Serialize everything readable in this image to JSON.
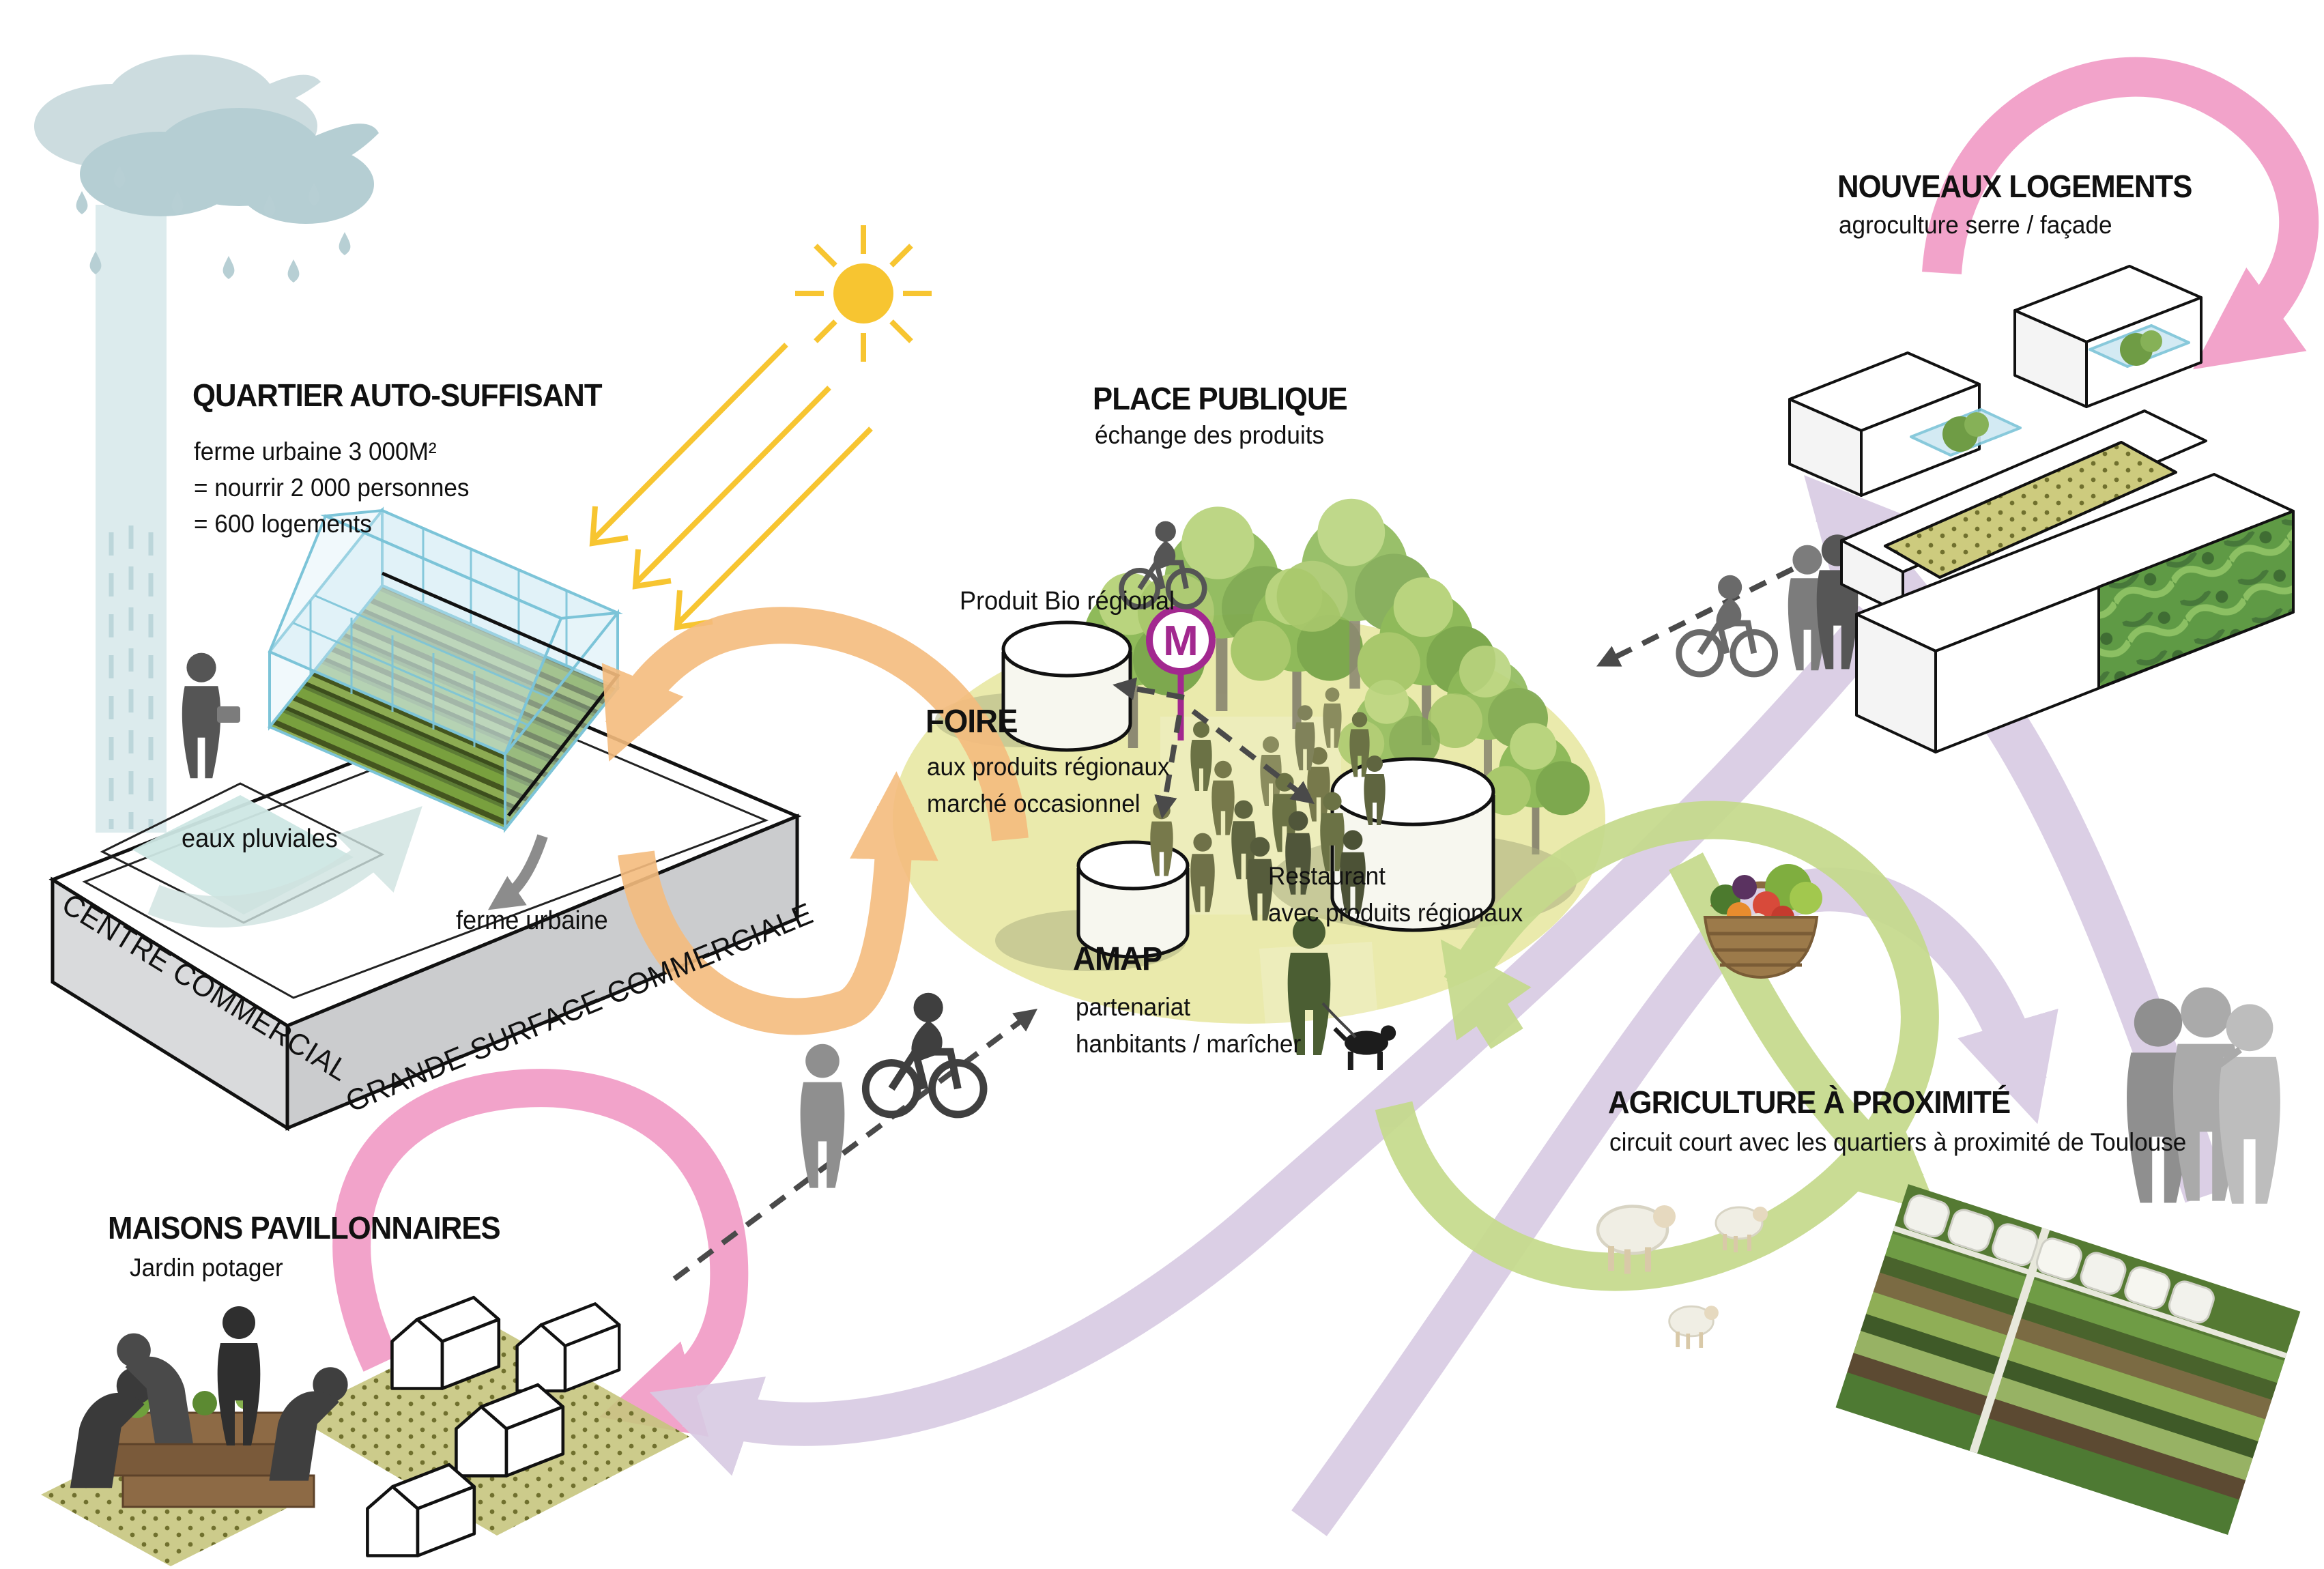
{
  "quartier": {
    "title": "QUARTIER AUTO-SUFFISANT",
    "line1": "ferme urbaine 3 000M²",
    "line2": "= nourrir 2 000 personnes",
    "line3": "= 600 logements"
  },
  "place_publique": {
    "title": "PLACE PUBLIQUE",
    "subtitle": "échange des produits"
  },
  "produit_bio": {
    "label": "Produit Bio régional"
  },
  "foire": {
    "title": "FOIRE",
    "line1": "aux produits régionaux",
    "line2": "marché occasionnel"
  },
  "amap": {
    "title": "AMAP",
    "line1": "partenariat",
    "line2": "hanbitants / marîcher"
  },
  "restaurant": {
    "line1": "Restaurant",
    "line2": "avec produits régionaux"
  },
  "nouveaux_logements": {
    "title": "NOUVEAUX LOGEMENTS",
    "subtitle": "agroculture serre / façade"
  },
  "agriculture_proximite": {
    "title": "AGRICULTURE À PROXIMITÉ",
    "subtitle": "circuit court avec les quartiers à proximité de Toulouse"
  },
  "maisons": {
    "title": "MAISONS PAVILLONNAIRES",
    "subtitle": "Jardin potager"
  },
  "commercial": {
    "left_face": "CENTRE COMMERCIAL",
    "right_face": "GRANDE SURFACE COMMERCIALE"
  },
  "rooftop": {
    "pool_label": "eaux pluviales",
    "farm_label": "ferme urbaine"
  },
  "metro": {
    "label": "M"
  },
  "colors": {
    "pink": "#f2a3ca",
    "purple": "#d9cbe3",
    "green": "#c5da8c",
    "orange": "#f5bc7e",
    "yellow": "#f7c531",
    "teal_cloud": "#b5ced3",
    "ellipse": "#e9e9a8",
    "metro_purple": "#a2288f"
  }
}
